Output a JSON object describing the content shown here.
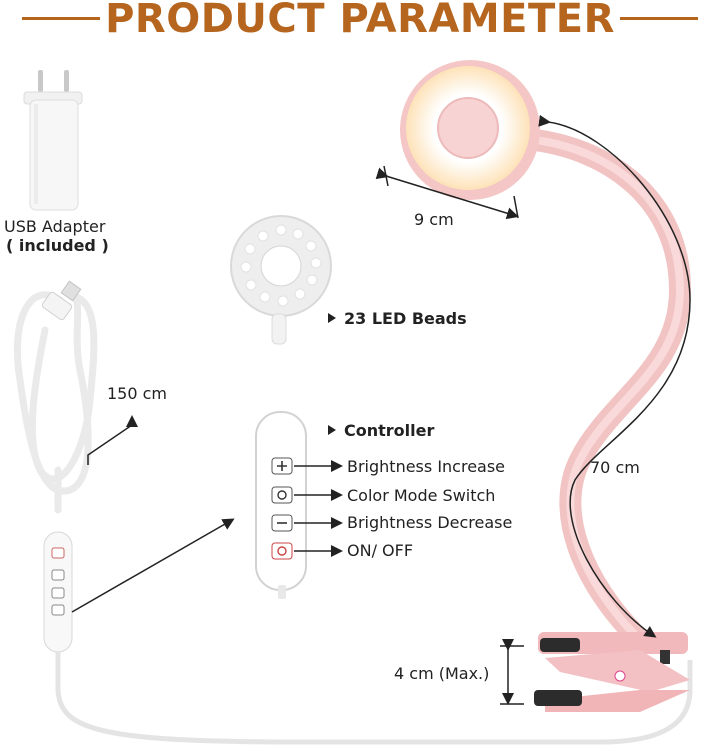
{
  "header": {
    "title": "PRODUCT PARAMETER"
  },
  "adapter": {
    "label": "USB Adapter",
    "note": "( included )"
  },
  "cable": {
    "length": "150 cm"
  },
  "lamp_head": {
    "diameter": "9 cm"
  },
  "led": {
    "label": "23 LED Beads"
  },
  "gooseneck": {
    "length": "70 cm"
  },
  "clip": {
    "opening": "4 cm (Max.)"
  },
  "controller": {
    "title": "Controller",
    "buttons": [
      {
        "label": "Brightness Increase",
        "icon": "plus-icon"
      },
      {
        "label": "Color Mode Switch",
        "icon": "color-mode-icon"
      },
      {
        "label": "Brightness Decrease",
        "icon": "minus-icon"
      },
      {
        "label": "ON/ OFF",
        "icon": "power-icon"
      }
    ]
  },
  "colors": {
    "accent": "#b5651d",
    "lamp_pink": "#f4c6c6",
    "warm_light": "#fde7c4"
  }
}
